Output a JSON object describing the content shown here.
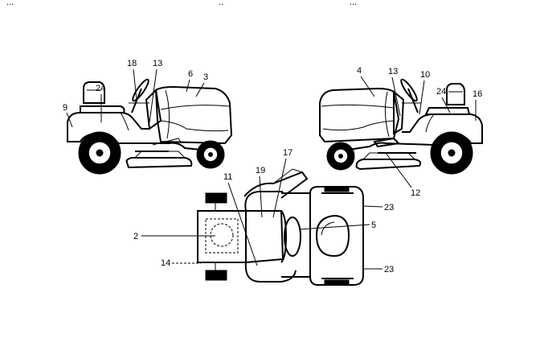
{
  "header_fragments": [
    "...",
    "..",
    "..."
  ],
  "callouts": {
    "left_view": {
      "c18": "18",
      "c13": "13",
      "c6": "6",
      "c3": "3",
      "c24": "24",
      "c9": "9"
    },
    "right_view": {
      "c4": "4",
      "c13": "13",
      "c10": "10",
      "c24": "24",
      "c16": "16",
      "c12": "12"
    },
    "top_view": {
      "c17": "17",
      "c11": "11",
      "c19": "19",
      "c2": "2",
      "c14": "14",
      "c5": "5",
      "c23a": "23",
      "c23b": "23"
    }
  }
}
